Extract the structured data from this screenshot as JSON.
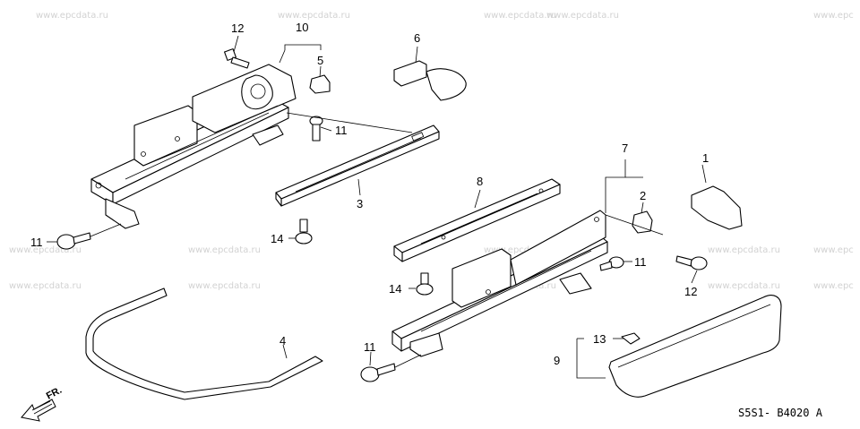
{
  "watermarks": [
    "www.epcdata.ru",
    "www.epcdata.ru",
    "www.epcdata.ru",
    "www.epcdata.ru",
    "www.epc",
    "www.epcdata.ru",
    "www.epcdata.ru",
    "www.epcdata.ru",
    "www.epcdata.ru",
    "www.epc",
    "www.epcdata.ru",
    "www.epcdata.ru",
    "www.epcdata.ru",
    "www.epcdata.ru",
    "www.epc"
  ],
  "callouts": {
    "c1": "1",
    "c2": "2",
    "c3": "3",
    "c4": "4",
    "c5": "5",
    "c6": "6",
    "c7": "7",
    "c8": "8",
    "c9": "9",
    "c10": "10",
    "c11a": "11",
    "c11b": "11",
    "c11c": "11",
    "c11d": "11",
    "c12a": "12",
    "c12b": "12",
    "c13": "13",
    "c14a": "14",
    "c14b": "14"
  },
  "direction_label": "FR.",
  "diagram_code": "S5S1- B4020 A"
}
